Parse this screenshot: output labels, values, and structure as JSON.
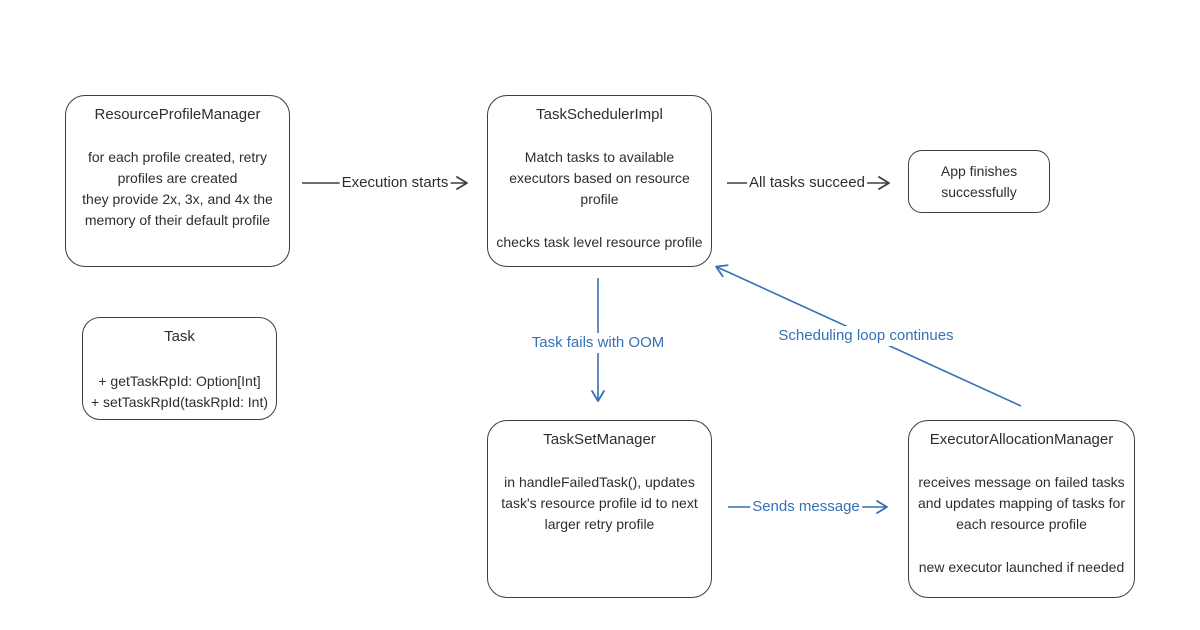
{
  "colors": {
    "background": "#ffffff",
    "ink": "#2e2e2e",
    "box_border": "#3f3f3f",
    "accent_blue": "#3571b5"
  },
  "nodes": {
    "resource_profile_manager": {
      "title": "ResourceProfileManager",
      "body": "for each profile created, retry\nprofiles are created\nthey provide 2x, 3x, and 4x the\nmemory of their default profile"
    },
    "task_scheduler_impl": {
      "title": "TaskSchedulerImpl",
      "body": "Match tasks to available\nexecutors based on resource\nprofile",
      "note": "checks task level resource profile"
    },
    "app_finishes": {
      "body": "App finishes\nsuccessfully"
    },
    "task": {
      "title": "Task",
      "body": "+ getTaskRpId: Option[Int]\n+ setTaskRpId(taskRpId: Int)"
    },
    "task_set_manager": {
      "title": "TaskSetManager",
      "body": "in handleFailedTask(), updates\ntask's resource profile id to next\nlarger retry profile"
    },
    "executor_allocation_manager": {
      "title": "ExecutorAllocationManager",
      "body": "receives message on failed tasks\nand updates mapping of tasks for\neach resource profile",
      "note": "new executor launched if needed"
    }
  },
  "edges": {
    "execution_starts": {
      "label": "Execution starts",
      "color": "#2e2e2e",
      "from": "resource_profile_manager",
      "to": "task_scheduler_impl"
    },
    "all_tasks_succeed": {
      "label": "All tasks succeed",
      "color": "#2e2e2e",
      "from": "task_scheduler_impl",
      "to": "app_finishes"
    },
    "task_fails_with_oom": {
      "label": "Task fails with OOM",
      "color": "#3571b5",
      "from": "task_scheduler_impl",
      "to": "task_set_manager"
    },
    "sends_message": {
      "label": "Sends message",
      "color": "#3571b5",
      "from": "task_set_manager",
      "to": "executor_allocation_manager"
    },
    "scheduling_loop_continues": {
      "label": "Scheduling loop continues",
      "color": "#3571b5",
      "from": "executor_allocation_manager",
      "to": "task_scheduler_impl"
    }
  }
}
